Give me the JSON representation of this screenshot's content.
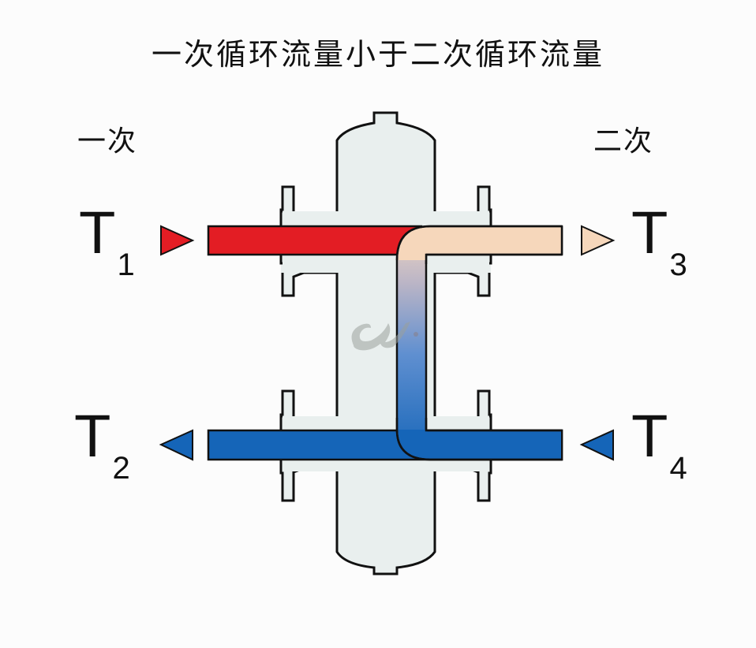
{
  "title": "一次循环流量小于二次循环流量",
  "labels": {
    "primary": "一次",
    "secondary": "二次"
  },
  "ports": [
    {
      "id": "T1",
      "letter": "T",
      "sub": "1",
      "side": "primary",
      "flow": "in",
      "color": "#e31d24"
    },
    {
      "id": "T2",
      "letter": "T",
      "sub": "2",
      "side": "primary",
      "flow": "out",
      "color": "#1565b8"
    },
    {
      "id": "T3",
      "letter": "T",
      "sub": "3",
      "side": "secondary",
      "flow": "out",
      "color": "#f6d7bb"
    },
    {
      "id": "T4",
      "letter": "T",
      "sub": "4",
      "side": "secondary",
      "flow": "in",
      "color": "#1565b8"
    }
  ],
  "colors": {
    "hot": "#e31d24",
    "warm": "#f6d7bb",
    "cold": "#1565b8",
    "vessel": "#e9efee",
    "outline": "#111111"
  }
}
